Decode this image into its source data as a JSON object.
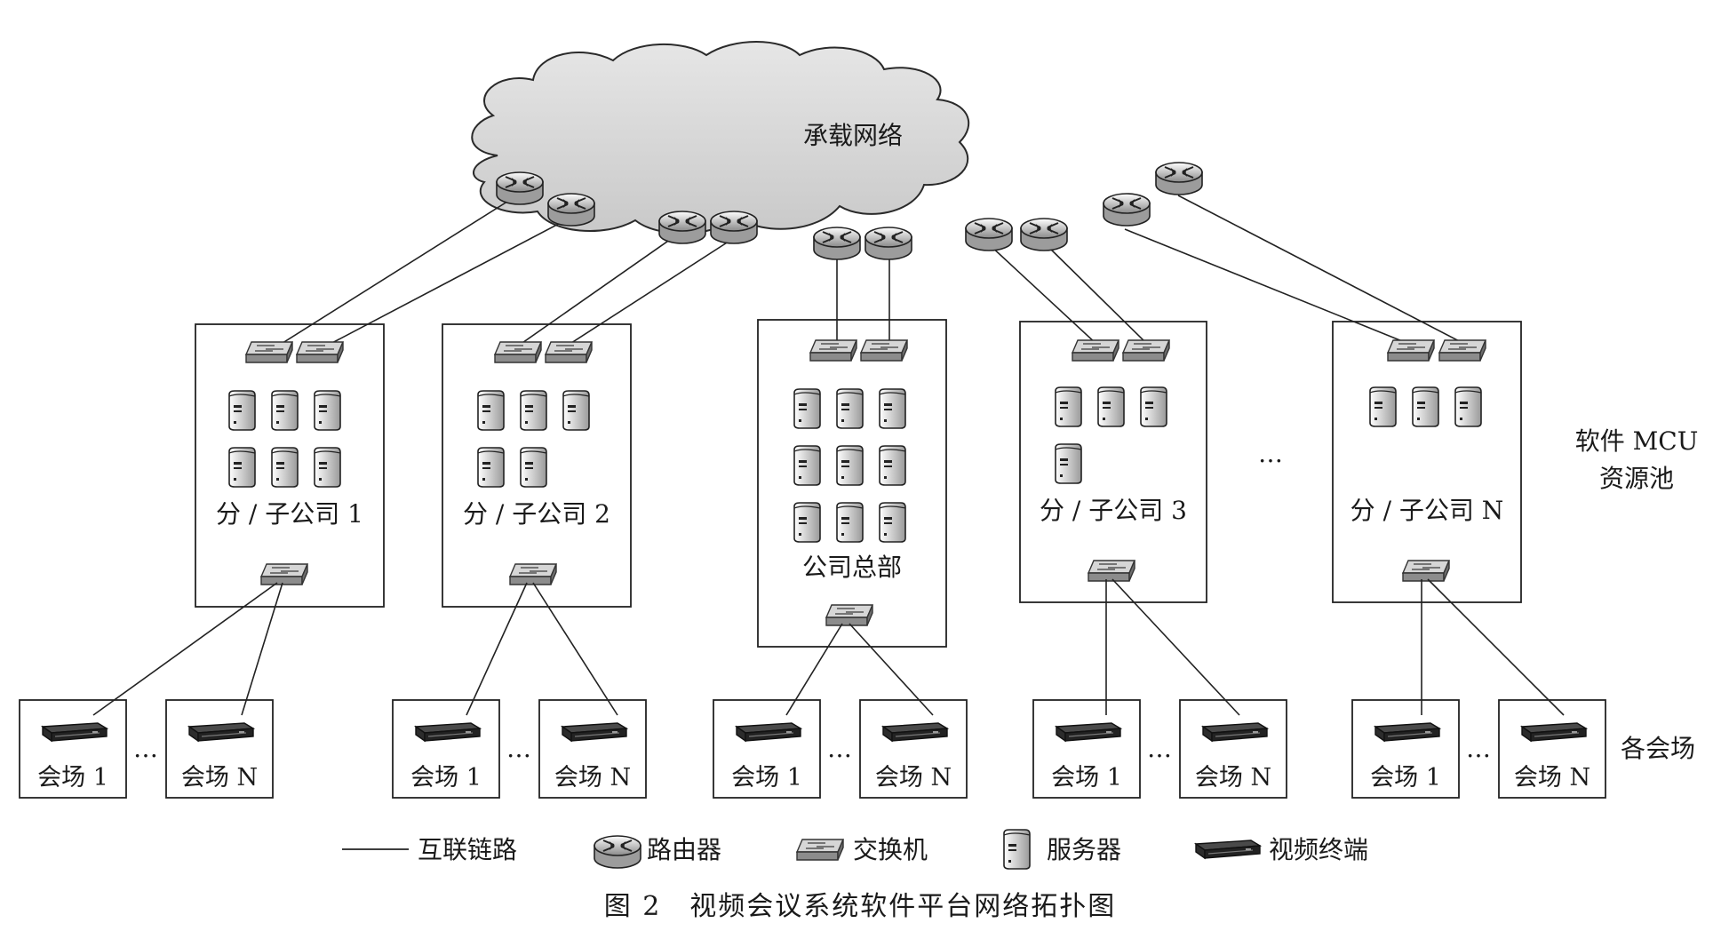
{
  "cloud_label": "承载网络",
  "sites": [
    {
      "label": "分 / 子公司 1",
      "servers": 6
    },
    {
      "label": "分 / 子公司 2",
      "servers": 5
    },
    {
      "label": "公司总部",
      "servers": 9
    },
    {
      "label": "分 / 子公司 3",
      "servers": 4
    },
    {
      "label": "分 / 子公司 N",
      "servers": 3
    }
  ],
  "ellipsis": "…",
  "venues": {
    "first": "会场 1",
    "last": "会场 N"
  },
  "side_labels": {
    "pool": [
      "软件 MCU",
      "资源池"
    ],
    "venues": "各会场"
  },
  "legend": [
    {
      "icon": "link-line",
      "label": "互联链路"
    },
    {
      "icon": "router-icon",
      "label": "路由器"
    },
    {
      "icon": "switch-icon",
      "label": "交换机"
    },
    {
      "icon": "server-icon",
      "label": "服务器"
    },
    {
      "icon": "video-terminal-icon",
      "label": "视频终端"
    }
  ],
  "caption": "图 2　视频会议系统软件平台网络拓扑图"
}
